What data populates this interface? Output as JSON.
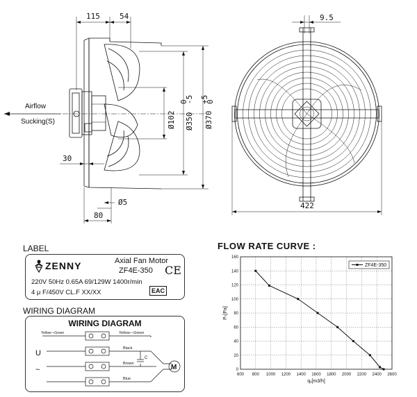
{
  "side_view": {
    "dim_top_left": "115",
    "dim_top_right": "54",
    "dim_hub": "Ø102",
    "dim_blade": "Ø350",
    "dim_blade_tol_top": "0",
    "dim_blade_tol_bot": "-5",
    "dim_outer": "Ø370",
    "dim_outer_tol_top": "+5",
    "dim_outer_tol_bot": "0",
    "dim_left_30": "30",
    "dim_bottom_80": "80",
    "dim_hole": "Ø5",
    "airflow_label": "Airflow",
    "sucking_label": "Sucking(S)"
  },
  "front_view": {
    "dim_top": "9.5",
    "dim_bottom": "422"
  },
  "label_section": {
    "heading": "LABEL",
    "brand": "ZENNY",
    "product": "Axial Fan Motor",
    "model": "ZF4E-350",
    "line1": "220V 50Hz 0.65A 69/129W 1400r/min",
    "line2": "4 μ F/450V CL.F XX/XX",
    "ce_mark": "CE",
    "eac_mark": "EAC"
  },
  "wiring_section": {
    "heading": "WIRING DIAGRAM",
    "box_title": "WIRING DIAGRAM",
    "left_symbol_u": "U",
    "left_symbol_ac": "~",
    "wires": [
      "Yellow—Green",
      "Yellow—Green",
      "Black",
      "Brown",
      "Blue"
    ],
    "capacitor": "C",
    "motor": "M"
  },
  "chart_data": {
    "type": "line",
    "title": "FLOW RATE CURVE :",
    "xlabel": "qᵥ[m3/h]",
    "ylabel": "Pₛ[Pa]",
    "xlim": [
      600,
      2600
    ],
    "ylim": [
      0,
      160
    ],
    "x_ticks": [
      600,
      800,
      1000,
      1200,
      1400,
      1600,
      1800,
      2000,
      2200,
      2400,
      2600
    ],
    "y_ticks": [
      0,
      20,
      40,
      60,
      80,
      100,
      120,
      140,
      160
    ],
    "grid": true,
    "legend_position": "top-right",
    "series": [
      {
        "name": "ZF4E-350",
        "x": [
          800,
          980,
          1360,
          1620,
          1880,
          2090,
          2310,
          2440,
          2490
        ],
        "y": [
          140,
          119,
          100,
          80,
          60,
          40,
          20,
          3,
          0
        ]
      }
    ]
  }
}
